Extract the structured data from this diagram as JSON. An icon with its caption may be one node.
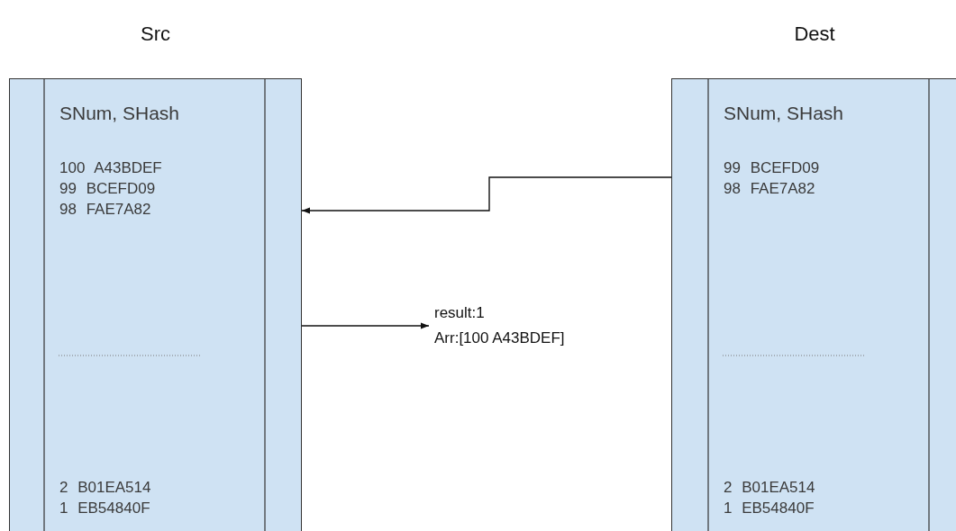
{
  "diagram": {
    "nodes": [
      {
        "text": [
          "Src",
          "SNum, SHash",
          "100 A43BDEF",
          "99 BCEFD09",
          "98 FAE7A82",
          "2 B01EA514",
          "1 EB54840F"
        ]
      },
      {
        "text": [
          "Dest",
          "SNum, SHash",
          "99 BCEFD09",
          "98 FAE7A82",
          "2 B01EA514",
          "1 EB54840F"
        ]
      },
      {
        "text": [
          "result:1",
          "Arr:[100 A43BDEF]"
        ]
      }
    ],
    "edges": [
      {
        "from": 1,
        "to": 0,
        "arrow": "to"
      },
      {
        "from": 0,
        "to": 2,
        "arrow": "to"
      }
    ]
  }
}
